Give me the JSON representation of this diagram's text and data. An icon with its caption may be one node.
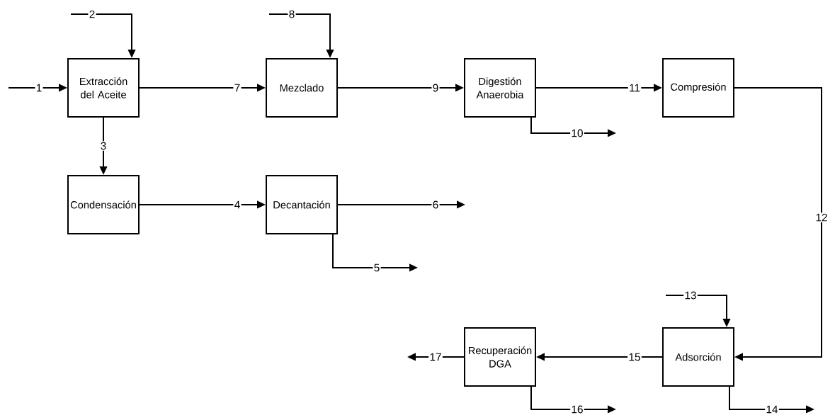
{
  "diagram": {
    "nodes": [
      {
        "text": [
          "Extracción del Aceite"
        ]
      },
      {
        "text": [
          "Mezclado"
        ]
      },
      {
        "text": [
          "Digestión Anaerobia"
        ]
      },
      {
        "text": [
          "Compresión"
        ]
      },
      {
        "text": [
          "Condensación"
        ]
      },
      {
        "text": [
          "Decantación"
        ]
      },
      {
        "text": [
          "Adsorción"
        ]
      },
      {
        "text": [
          "Recuperación DGA"
        ]
      }
    ],
    "edges": [
      {
        "from": null,
        "to": 0,
        "arrow": "to",
        "label": "1"
      },
      {
        "from": null,
        "to": 0,
        "arrow": "to",
        "label": "2"
      },
      {
        "from": 0,
        "to": 4,
        "arrow": "to",
        "label": "3"
      },
      {
        "from": 4,
        "to": 5,
        "arrow": "to",
        "label": "4"
      },
      {
        "from": 5,
        "to": null,
        "arrow": "to",
        "label": "5"
      },
      {
        "from": 5,
        "to": null,
        "arrow": "to",
        "label": "6"
      },
      {
        "from": 0,
        "to": 1,
        "arrow": "to",
        "label": "7"
      },
      {
        "from": null,
        "to": 1,
        "arrow": "to",
        "label": "8"
      },
      {
        "from": 1,
        "to": 2,
        "arrow": "to",
        "label": "9"
      },
      {
        "from": 2,
        "to": null,
        "arrow": "to",
        "label": "10"
      },
      {
        "from": 2,
        "to": 3,
        "arrow": "to",
        "label": "11"
      },
      {
        "from": 3,
        "to": 6,
        "arrow": "to",
        "label": "12"
      },
      {
        "from": null,
        "to": 6,
        "arrow": "to",
        "label": "13"
      },
      {
        "from": 6,
        "to": null,
        "arrow": "to",
        "label": "14"
      },
      {
        "from": 6,
        "to": 7,
        "arrow": "to",
        "label": "15"
      },
      {
        "from": 7,
        "to": null,
        "arrow": "to",
        "label": "16"
      },
      {
        "from": 7,
        "to": null,
        "arrow": "to",
        "label": "17"
      }
    ]
  }
}
